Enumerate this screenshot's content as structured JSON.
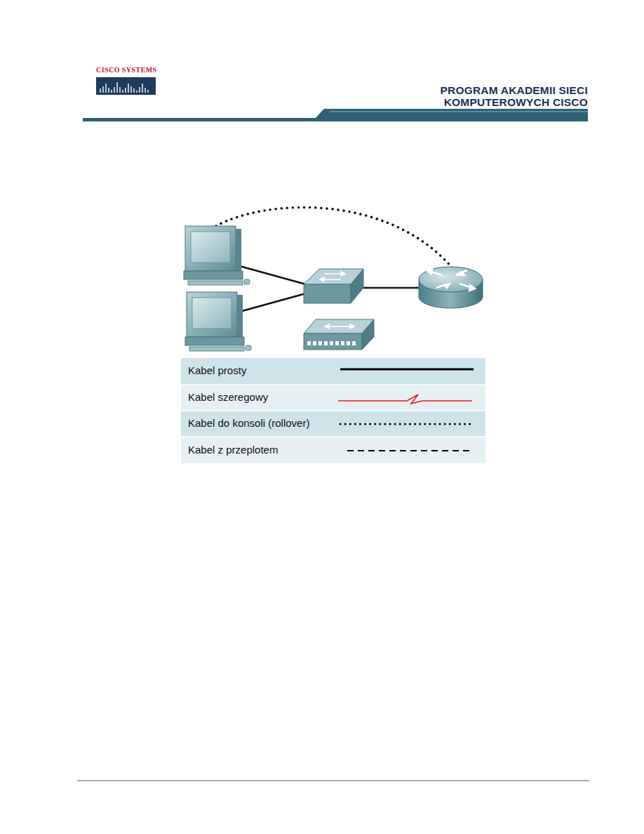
{
  "diagram": {
    "labels": [
      "CISCO SYSTEMS",
      "PROGRAM AKADEMII SIECI",
      "KOMPUTEROWYCH CISCO"
    ],
    "legend": [
      {
        "text": "Kabel prosty"
      },
      {
        "text": "Kabel szeregowy"
      },
      {
        "text": "Kabel do konsoli (rollover)"
      },
      {
        "text": "Kabel z przeplotem"
      }
    ]
  }
}
